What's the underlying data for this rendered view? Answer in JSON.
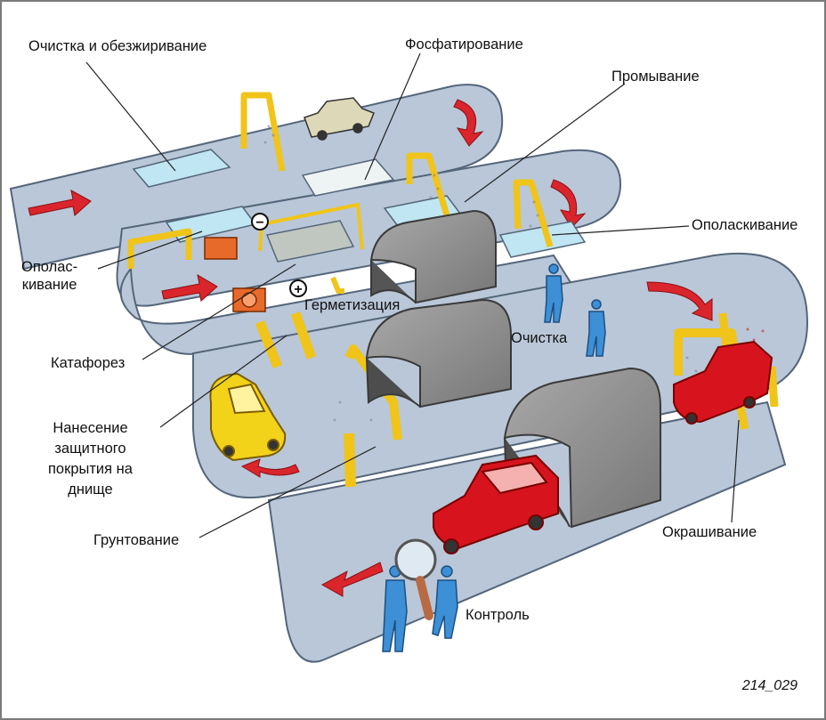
{
  "labels": {
    "cleaning_degreasing": "Очистка и обезжиривание",
    "phosphating": "Фосфатирование",
    "washing": "Промывание",
    "rinsing_right": "Ополаскивание",
    "rinsing_left": "Ополас-\nкивание",
    "sealing": "Герметизация",
    "cleaning": "Очистка",
    "cataphoresis": "Катафорез",
    "underbody": "Нанесение\nзащитного\nпокрытия на\nднище",
    "priming": "Грунтование",
    "painting": "Окрашивание",
    "control": "Контроль"
  },
  "polarity": {
    "minus": "−",
    "plus": "+"
  },
  "figure_code": "214_029",
  "colors": {
    "conveyor": "#b9c7d8",
    "conveyor_edge": "#55667a",
    "arrow": "#d9252b",
    "gantry": "#f0c419",
    "booth": "#8f9090",
    "car_red": "#d7141e",
    "car_yellow": "#f3d21a",
    "car_beige": "#ddd9b8",
    "bath_blue": "#bfe6f2",
    "worker": "#3d8fd6"
  }
}
